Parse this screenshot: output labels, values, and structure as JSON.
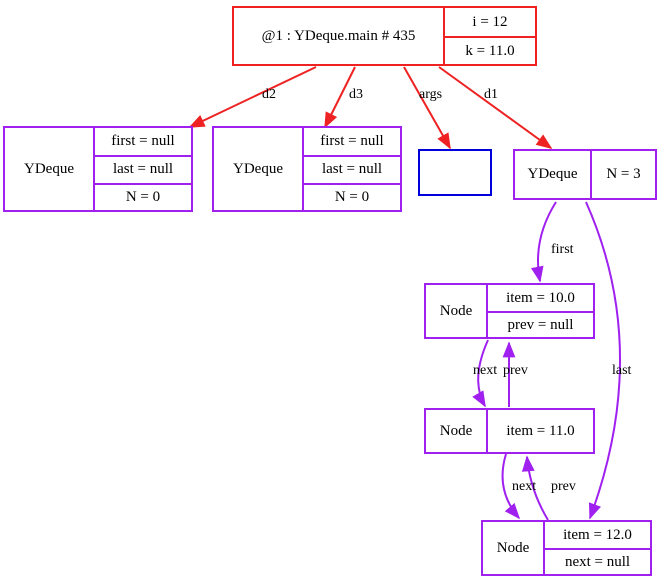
{
  "diagram": {
    "title": "object-reference-diagram",
    "colors": {
      "frame_border": "#ee2222",
      "object_border": "#a020f0",
      "array_border": "#0000dd",
      "frame_edge": "#ee2222",
      "object_edge": "#a020f0",
      "text": "#000000",
      "background": "#ffffff"
    }
  },
  "nodes": {
    "stack_frame": {
      "title": "@1 : YDeque.main # 435",
      "fields": [
        "i = 12",
        "k = 11.0"
      ]
    },
    "ydeque_d2": {
      "title": "YDeque",
      "fields": [
        "first = null",
        "last = null",
        "N = 0"
      ]
    },
    "ydeque_d3": {
      "title": "YDeque",
      "fields": [
        "first = null",
        "last = null",
        "N = 0"
      ]
    },
    "args_array": {
      "title": "",
      "fields": []
    },
    "ydeque_d1": {
      "title": "YDeque",
      "fields": [
        "N = 3"
      ]
    },
    "node_10": {
      "title": "Node",
      "fields": [
        "item = 10.0",
        "prev = null"
      ]
    },
    "node_11": {
      "title": "Node",
      "fields": [
        "item = 11.0"
      ]
    },
    "node_12": {
      "title": "Node",
      "fields": [
        "item = 12.0",
        "next = null"
      ]
    }
  },
  "edges": {
    "frame_to_d2": "d2",
    "frame_to_d3": "d3",
    "frame_to_args": "args",
    "frame_to_d1": "d1",
    "d1_to_node10": "first",
    "d1_to_node12": "last",
    "node10_to_node11": "next",
    "node11_to_node10": "prev",
    "node11_to_node12": "next",
    "node12_to_node11": "prev"
  }
}
